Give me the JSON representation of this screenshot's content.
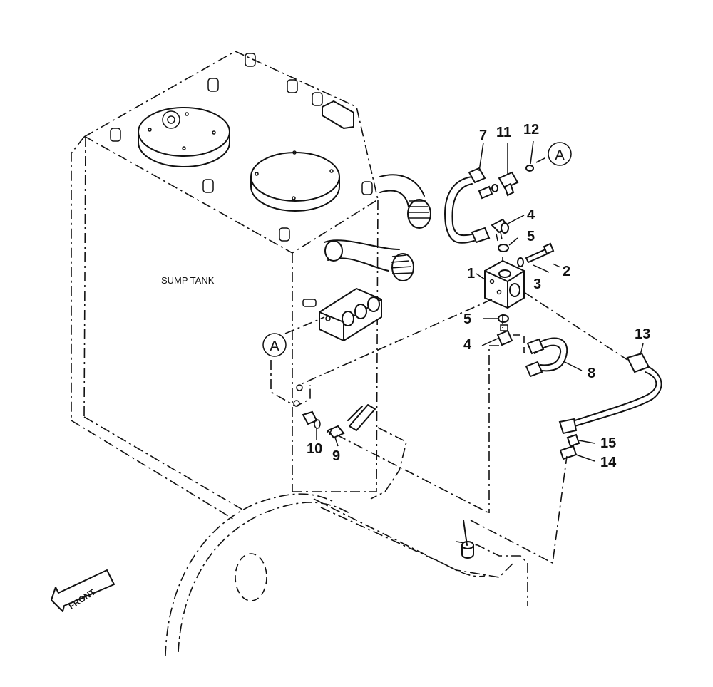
{
  "labels": {
    "tank": "SUMP TANK",
    "front": "FRONT",
    "ref_a1": "A",
    "ref_a2": "A"
  },
  "callouts": {
    "c1": "1",
    "c2": "2",
    "c3": "3",
    "c4a": "4",
    "c4b": "4",
    "c5a": "5",
    "c5b": "5",
    "c7": "7",
    "c8": "8",
    "c9": "9",
    "c10": "10",
    "c11": "11",
    "c12": "12",
    "c13": "13",
    "c14": "14",
    "c15": "15"
  }
}
